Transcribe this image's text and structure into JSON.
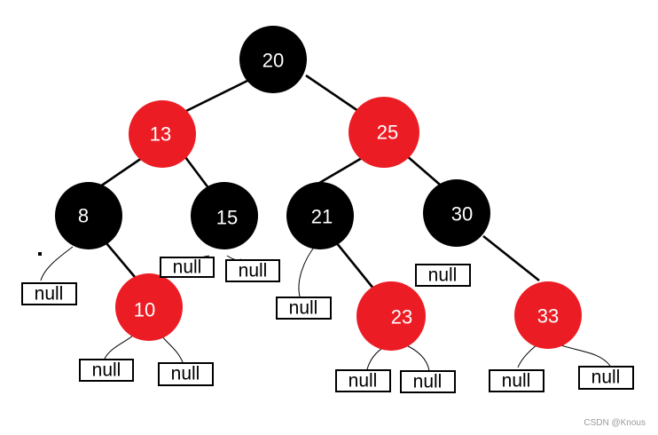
{
  "colors": {
    "black": "#000000",
    "red": "#ec1c24"
  },
  "nodes": {
    "n20": {
      "value": "20",
      "color": "black"
    },
    "n13": {
      "value": "13",
      "color": "red"
    },
    "n25": {
      "value": "25",
      "color": "red"
    },
    "n8": {
      "value": "8",
      "color": "black"
    },
    "n15": {
      "value": "15",
      "color": "black"
    },
    "n21": {
      "value": "21",
      "color": "black"
    },
    "n30": {
      "value": "30",
      "color": "black"
    },
    "n10": {
      "value": "10",
      "color": "red"
    },
    "n23": {
      "value": "23",
      "color": "red"
    },
    "n33": {
      "value": "33",
      "color": "red"
    }
  },
  "null_label": "null",
  "watermark": "CSDN @Knous"
}
